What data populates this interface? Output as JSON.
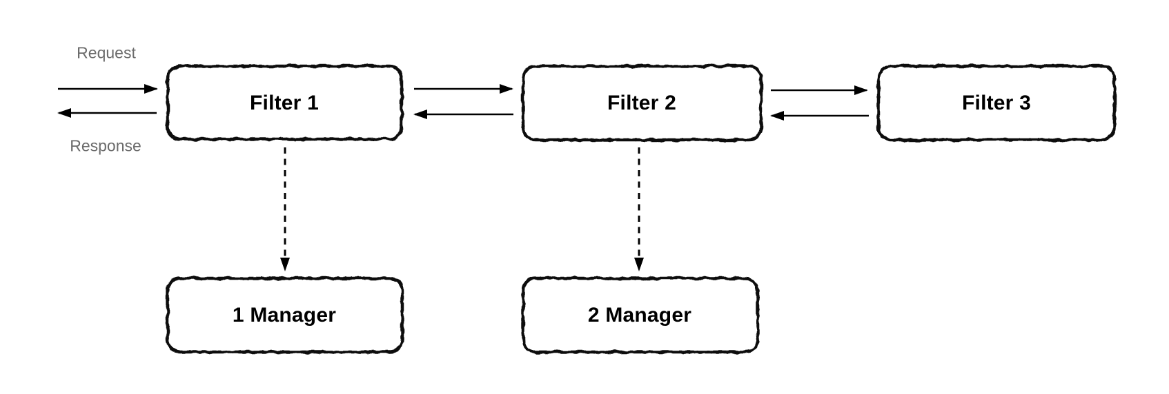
{
  "diagram": {
    "type": "pipes-and-filters-flow",
    "edge_labels": {
      "request": "Request",
      "response": "Response"
    },
    "nodes": {
      "filter1": {
        "label": "Filter 1"
      },
      "filter2": {
        "label": "Filter 2"
      },
      "filter3": {
        "label": "Filter 3"
      },
      "manager1": {
        "label": "1 Manager"
      },
      "manager2": {
        "label": "2 Manager"
      }
    },
    "edges": [
      {
        "from": "client",
        "to": "filter1",
        "label": "Request",
        "style": "solid-arrow"
      },
      {
        "from": "filter1",
        "to": "client",
        "label": "Response",
        "style": "solid-arrow"
      },
      {
        "from": "filter1",
        "to": "filter2",
        "style": "solid-arrow"
      },
      {
        "from": "filter2",
        "to": "filter1",
        "style": "solid-arrow"
      },
      {
        "from": "filter2",
        "to": "filter3",
        "style": "solid-arrow"
      },
      {
        "from": "filter3",
        "to": "filter2",
        "style": "solid-arrow"
      },
      {
        "from": "filter1",
        "to": "manager1",
        "style": "dashed-arrow"
      },
      {
        "from": "filter2",
        "to": "manager2",
        "style": "dashed-arrow"
      }
    ],
    "colors": {
      "background": "#ffffff",
      "node_fill": "#ffffff",
      "node_border": "#111111",
      "node_text": "#000000",
      "arrow": "#000000",
      "edge_label_text": "#6b6b6b"
    }
  }
}
